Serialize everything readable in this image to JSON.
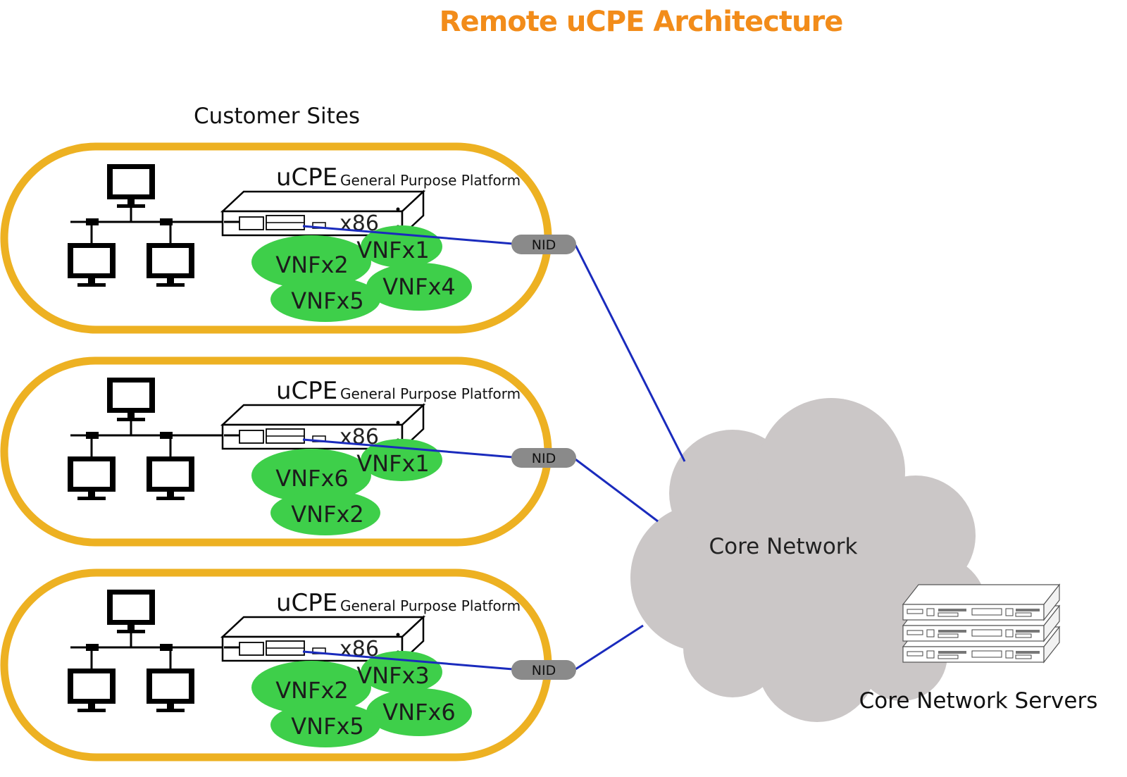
{
  "title": "Remote uCPE Architecture",
  "customer_sites_label": "Customer Sites",
  "colors": {
    "title": "#f28c1a",
    "site_border": "#edb122",
    "vnf": "#3ecf4a",
    "link": "#1a2bbd",
    "nid": "#8a8a8a",
    "cloud": "#cbc7c7"
  },
  "sites": [
    {
      "ucpe_label": "uCPE",
      "platform_label": "General Purpose Platform",
      "cpu_label": "x86",
      "nid_label": "NID",
      "vnfs": [
        "VNFx1",
        "VNFx2",
        "VNFx4",
        "VNFx5"
      ]
    },
    {
      "ucpe_label": "uCPE",
      "platform_label": "General Purpose Platform",
      "cpu_label": "x86",
      "nid_label": "NID",
      "vnfs": [
        "VNFx1",
        "VNFx6",
        "VNFx2"
      ]
    },
    {
      "ucpe_label": "uCPE",
      "platform_label": "General Purpose Platform",
      "cpu_label": "x86",
      "nid_label": "NID",
      "vnfs": [
        "VNFx3",
        "VNFx2",
        "VNFx6",
        "VNFx5"
      ]
    }
  ],
  "core": {
    "cloud_label": "Core Network",
    "servers_label": "Core Network Servers"
  }
}
